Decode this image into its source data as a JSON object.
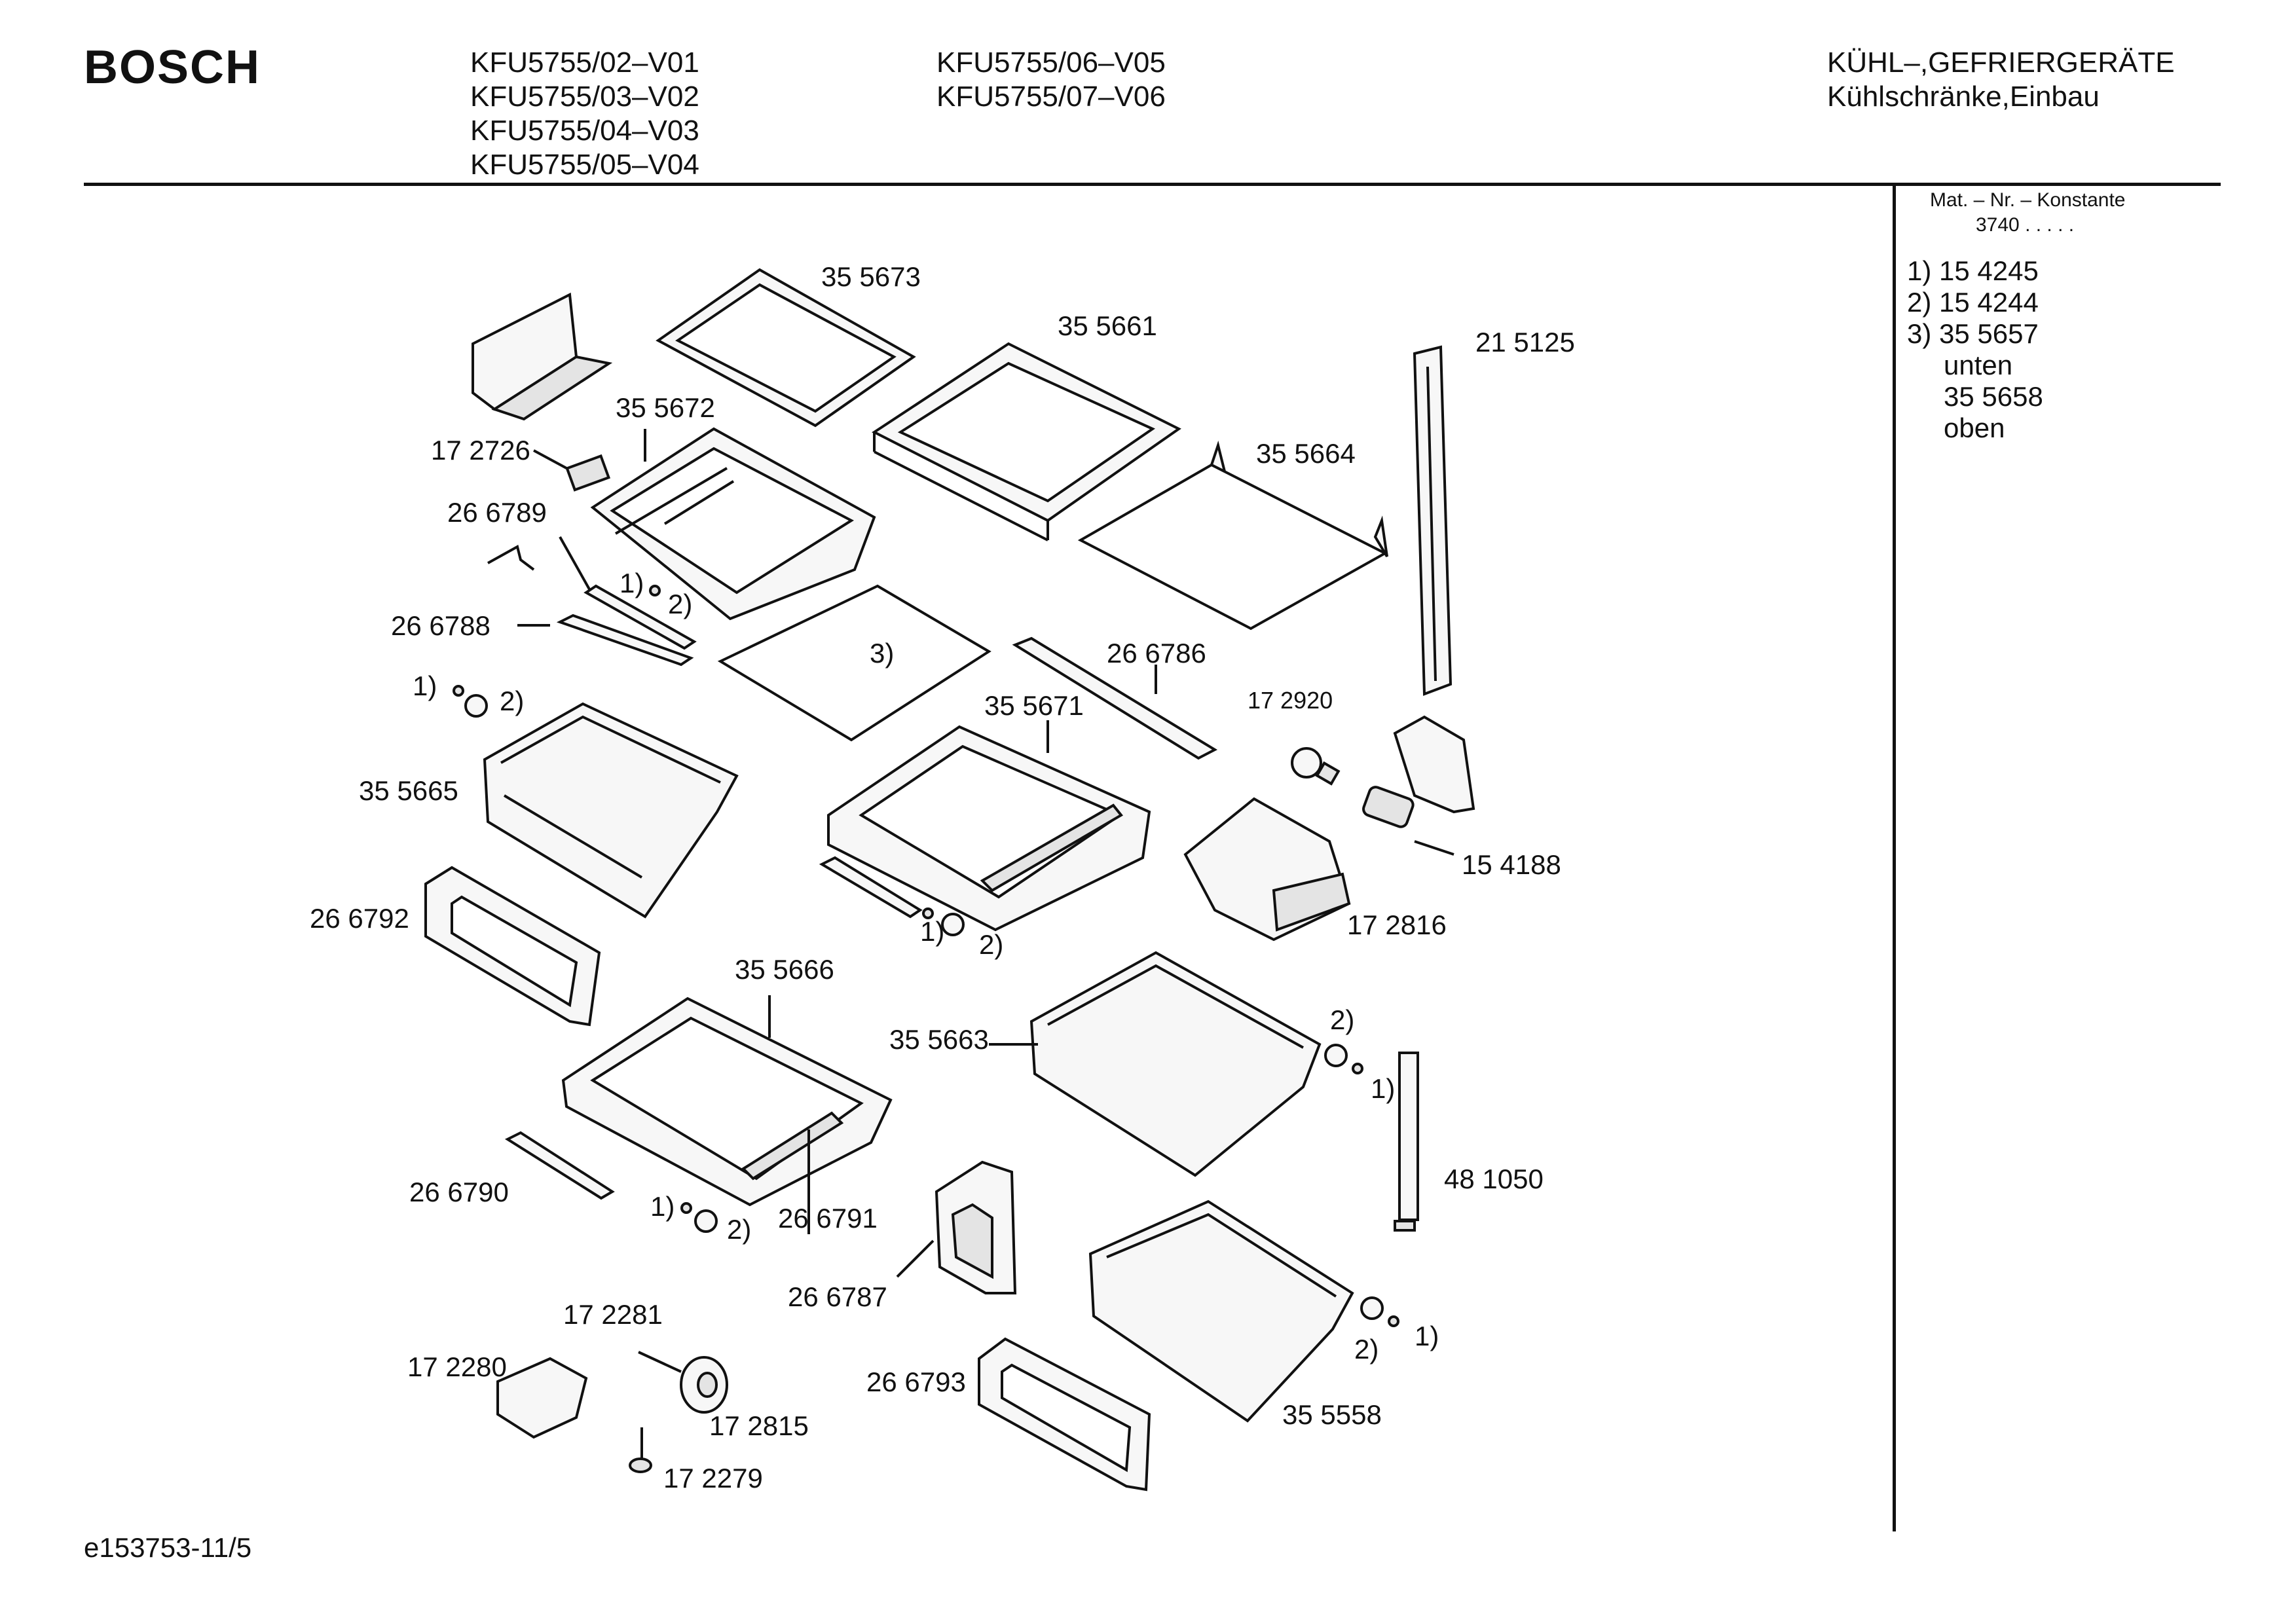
{
  "header": {
    "brand": "BOSCH",
    "models_col1": [
      "KFU5755/02–V01",
      "KFU5755/03–V02",
      "KFU5755/04–V03",
      "KFU5755/05–V04"
    ],
    "models_col2": [
      "KFU5755/06–V05",
      "KFU5755/07–V06"
    ],
    "category_line1": "KÜHL–,GEFRIERGERÄTE",
    "category_line2": "Kühlschränke,Einbau"
  },
  "sidebar": {
    "heading": "Mat. – Nr. – Konstante",
    "constant": "3740 .  .  .  .  .",
    "notes": [
      "1) 15 4245",
      "2) 15 4244",
      "3) 35 5657",
      "unten",
      "35 5658",
      "oben"
    ]
  },
  "diagram": {
    "labels": {
      "p355673": "35 5673",
      "p355661": "35 5661",
      "p215125": "21 5125",
      "p355672": "35 5672",
      "p172726": "17 2726",
      "p355664": "35 5664",
      "p266789": "26 6789",
      "p266788": "26 6788",
      "p3note": "3)",
      "p266786": "26 6786",
      "p172920": "17 2920",
      "p355671": "35 5671",
      "p355665": "35 5665",
      "p154188": "15 4188",
      "p172816": "17 2816",
      "p266792": "26 6792",
      "p355666": "35 5666",
      "p355663": "35 5663",
      "p481050": "48 1050",
      "p266790": "26 6790",
      "p266791": "26 6791",
      "p266787": "26 6787",
      "p172281": "17 2281",
      "p172280": "17 2280",
      "p266793": "26 6793",
      "p355558": "35 5558",
      "p172815": "17 2815",
      "p172279": "17 2279"
    },
    "markers": {
      "m1a": "1)",
      "m2a": "2)",
      "m1b": "1)",
      "m2b": "2)",
      "m1c": "1)",
      "m2c": "2)",
      "m2d": "2)",
      "m1d": "1)",
      "m1e": "1)",
      "m2e": "2)",
      "m2f": "2)",
      "m1f": "1)"
    }
  },
  "footer": {
    "code": "e153753-11/5"
  }
}
